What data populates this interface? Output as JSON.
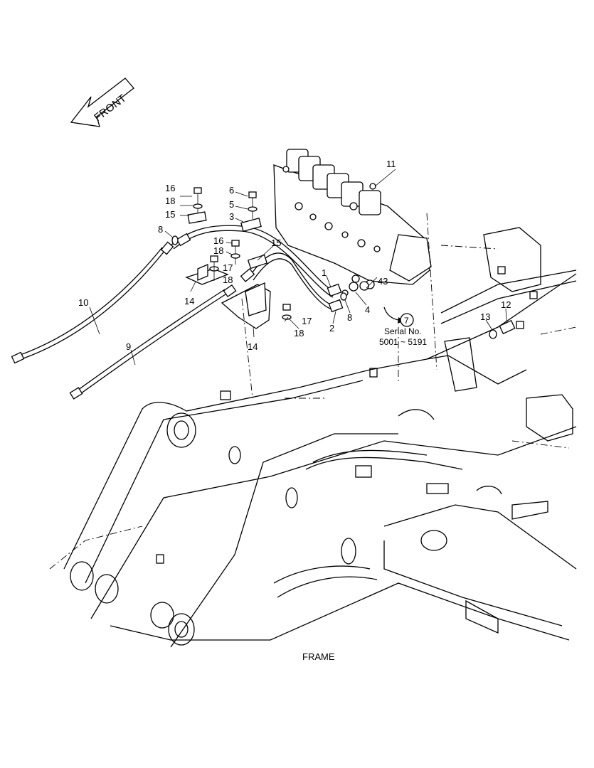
{
  "direction_arrow": {
    "label": "FRONT"
  },
  "parts": [
    {
      "number": "1"
    },
    {
      "number": "2"
    },
    {
      "number": "3"
    },
    {
      "number": "4"
    },
    {
      "number": "5"
    },
    {
      "number": "6"
    },
    {
      "number": "8"
    },
    {
      "number": "8"
    },
    {
      "number": "9"
    },
    {
      "number": "10"
    },
    {
      "number": "11"
    },
    {
      "number": "12"
    },
    {
      "number": "13"
    },
    {
      "number": "14"
    },
    {
      "number": "14"
    },
    {
      "number": "15"
    },
    {
      "number": "15"
    },
    {
      "number": "16"
    },
    {
      "number": "16"
    },
    {
      "number": "17"
    },
    {
      "number": "17"
    },
    {
      "number": "18"
    },
    {
      "number": "18"
    },
    {
      "number": "18"
    },
    {
      "number": "18"
    },
    {
      "number": "43"
    }
  ],
  "reference": {
    "circle_number": "7",
    "serial_label": "Serial No.",
    "serial_range": "5001 ~ 5191"
  },
  "caption": "FRAME"
}
